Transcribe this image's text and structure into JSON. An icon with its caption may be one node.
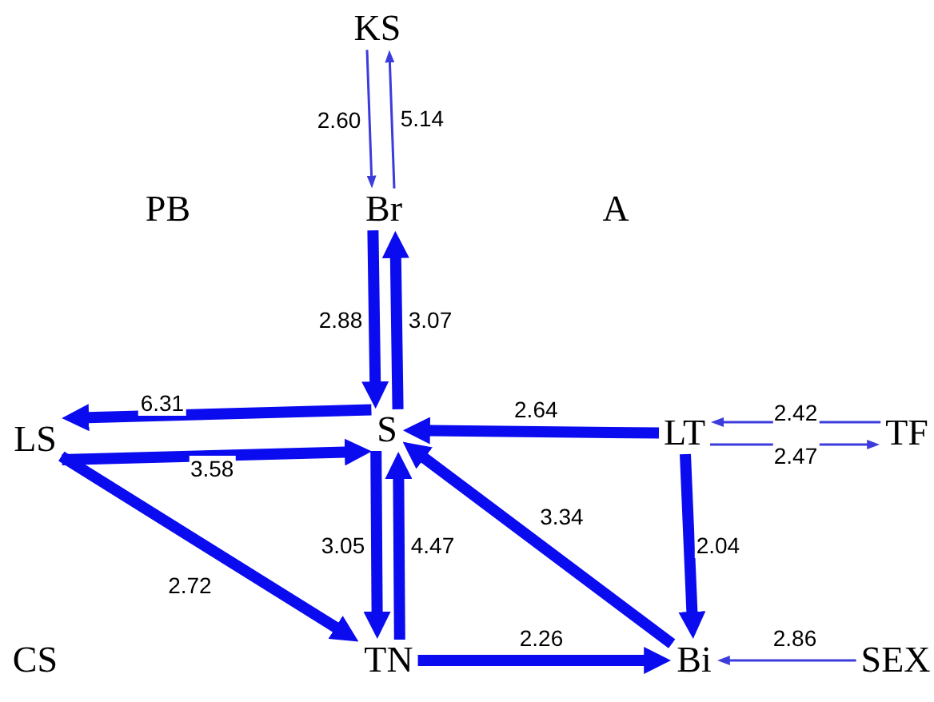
{
  "diagram": {
    "nodes": [
      {
        "text": [
          "KS"
        ]
      },
      {
        "text": [
          "Br"
        ]
      },
      {
        "text": [
          "S"
        ]
      },
      {
        "text": [
          "LS"
        ]
      },
      {
        "text": [
          "LT"
        ]
      },
      {
        "text": [
          "TF"
        ]
      },
      {
        "text": [
          "TN"
        ]
      },
      {
        "text": [
          "Bi"
        ]
      },
      {
        "text": [
          "SEX"
        ]
      }
    ],
    "edges": [
      {
        "from": 0,
        "to": 1,
        "arrow": "to",
        "label": "2.60",
        "color": "#3c3cdc"
      },
      {
        "from": 1,
        "to": 0,
        "arrow": "to",
        "label": "5.14",
        "color": "#3c3cdc"
      },
      {
        "from": 1,
        "to": 2,
        "arrow": "to",
        "label": "2.88"
      },
      {
        "from": 2,
        "to": 1,
        "arrow": "to",
        "label": "3.07"
      },
      {
        "from": 2,
        "to": 3,
        "arrow": "to",
        "label": "6.31"
      },
      {
        "from": 3,
        "to": 2,
        "arrow": "to",
        "label": "3.58"
      },
      {
        "from": 4,
        "to": 2,
        "arrow": "to",
        "label": "2.64"
      },
      {
        "from": 5,
        "to": 4,
        "arrow": "to",
        "label": "2.42",
        "color": "#3c3cdc"
      },
      {
        "from": 4,
        "to": 5,
        "arrow": "to",
        "label": "2.47",
        "color": "#3c3cdc"
      },
      {
        "from": 3,
        "to": 6,
        "arrow": "to",
        "label": "2.72"
      },
      {
        "from": 2,
        "to": 6,
        "arrow": "to",
        "label": "3.05"
      },
      {
        "from": 6,
        "to": 2,
        "arrow": "to",
        "label": "4.47"
      },
      {
        "from": 7,
        "to": 2,
        "arrow": "to",
        "label": "3.34"
      },
      {
        "from": 4,
        "to": 7,
        "arrow": "to",
        "label": "2.04"
      },
      {
        "from": 6,
        "to": 7,
        "arrow": "to",
        "label": "2.26"
      },
      {
        "from": 8,
        "to": 7,
        "arrow": "to",
        "label": "2.86",
        "color": "#3c3cdc"
      }
    ],
    "labels": [
      "PB",
      "A",
      "CS"
    ]
  }
}
